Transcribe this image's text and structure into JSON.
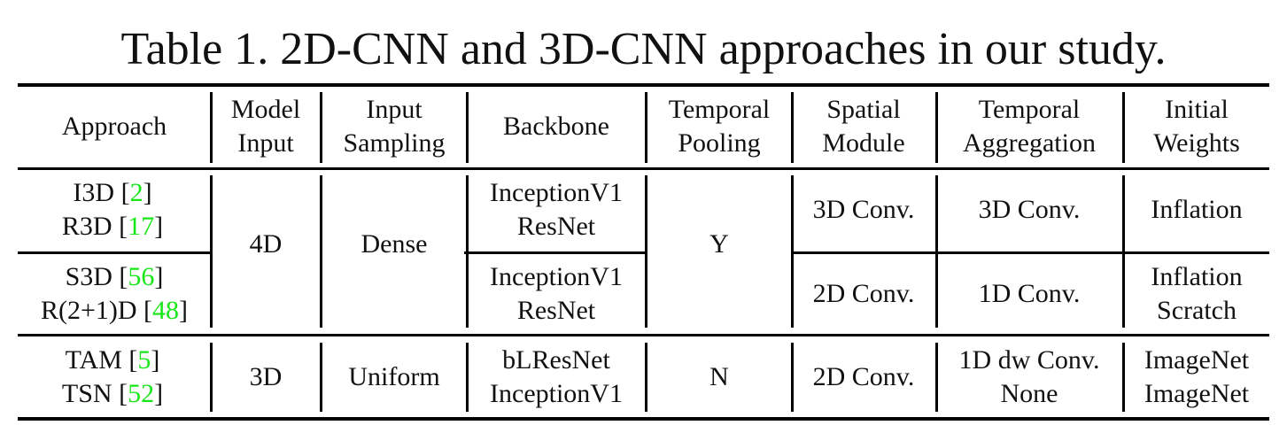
{
  "caption": "Table 1. 2D-CNN and 3D-CNN approaches in our study.",
  "headers": {
    "approach": "Approach",
    "model_input": [
      "Model",
      "Input"
    ],
    "input_sampling": [
      "Input",
      "Sampling"
    ],
    "backbone": "Backbone",
    "temporal_pooling": [
      "Temporal",
      "Pooling"
    ],
    "spatial_module": [
      "Spatial",
      "Module"
    ],
    "temporal_aggregation": [
      "Temporal",
      "Aggregation"
    ],
    "initial_weights": [
      "Initial",
      "Weights"
    ]
  },
  "groups": [
    {
      "approaches": [
        {
          "name": "I3D [",
          "cite": "2",
          "close": "]"
        },
        {
          "name": "R3D [",
          "cite": "17",
          "close": "]"
        },
        {
          "name": "S3D [",
          "cite": "56",
          "close": "]"
        },
        {
          "name": "R(2+1)D [",
          "cite": "48",
          "close": "]"
        }
      ],
      "model_input": "4D",
      "input_sampling": "Dense",
      "backbone": [
        "InceptionV1",
        "ResNet",
        "InceptionV1",
        "ResNet"
      ],
      "temporal_pooling": "Y",
      "spatial_module": [
        "3D Conv.",
        "2D Conv."
      ],
      "temporal_aggregation": [
        "3D Conv.",
        "1D Conv."
      ],
      "initial_weights": [
        "Inflation",
        "Inflation",
        "Scratch"
      ]
    },
    {
      "approaches": [
        {
          "name": "TAM [",
          "cite": "5",
          "close": "]"
        },
        {
          "name": "TSN [",
          "cite": "52",
          "close": "]"
        }
      ],
      "model_input": "3D",
      "input_sampling": "Uniform",
      "backbone": [
        "bLResNet",
        "InceptionV1"
      ],
      "temporal_pooling": "N",
      "spatial_module": "2D Conv.",
      "temporal_aggregation": [
        "1D dw Conv.",
        "None"
      ],
      "initial_weights": [
        "ImageNet",
        "ImageNet"
      ]
    }
  ],
  "colors": {
    "citation": "#19e619",
    "rule": "#000000",
    "text": "#111111"
  }
}
